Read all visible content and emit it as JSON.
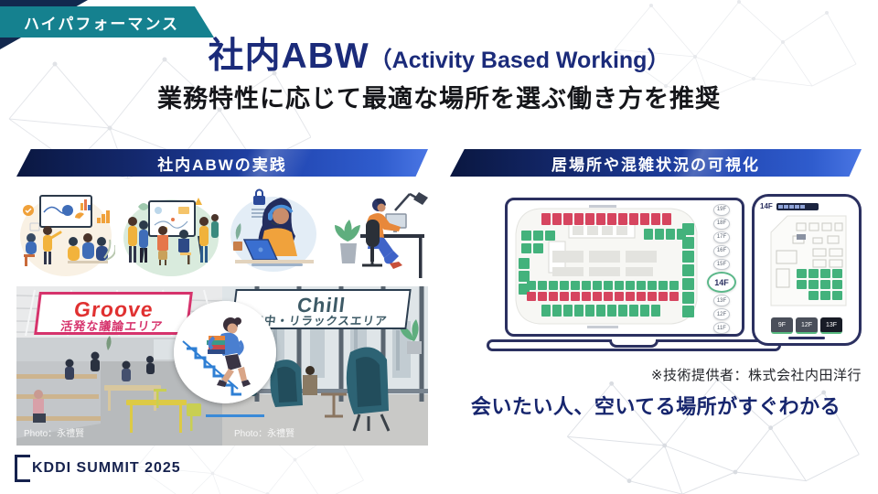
{
  "badge": {
    "label": "ハイパフォーマンス"
  },
  "header": {
    "title": "社内ABW",
    "title_paren": "（Activity Based Working）",
    "subtitle": "業務特性に応じて最適な場所を選ぶ働き方を推奨"
  },
  "left_panel": {
    "header": "社内ABWの実践",
    "zones": {
      "groove": {
        "name": "Groove",
        "desc": "活発な議論エリア"
      },
      "chill": {
        "name": "Chill",
        "desc": "集中・リラックスエリア"
      }
    },
    "photo_credits": {
      "left": "Photo：永禮賢",
      "right": "Photo：永禮賢"
    }
  },
  "right_panel": {
    "header": "居場所や混雑状況の可視化",
    "laptop": {
      "floors": [
        "19F",
        "18F",
        "17F",
        "16F",
        "15F",
        "14F",
        "13F",
        "12F",
        "11F"
      ],
      "selected_floor": "14F"
    },
    "phone": {
      "current_floor": "14F",
      "floor_buttons": [
        "9F",
        "12F",
        "13F"
      ],
      "selected_button": "13F"
    },
    "provider_note": "※技術提供者：株式会社内田洋行",
    "tagline": "会いたい人、空いてる場所がすぐわかる"
  },
  "footer": {
    "logo_text": "KDDI SUMMIT 2025"
  },
  "colors": {
    "available_green": "#43b27c",
    "occupied_red": "#d6455f",
    "neutral_gray": "#e3e3df",
    "accent_navy": "#1b2b7a",
    "badge_teal": "#15818f",
    "groove_pink": "#d6336c",
    "chill_dark": "#3d5a66"
  }
}
